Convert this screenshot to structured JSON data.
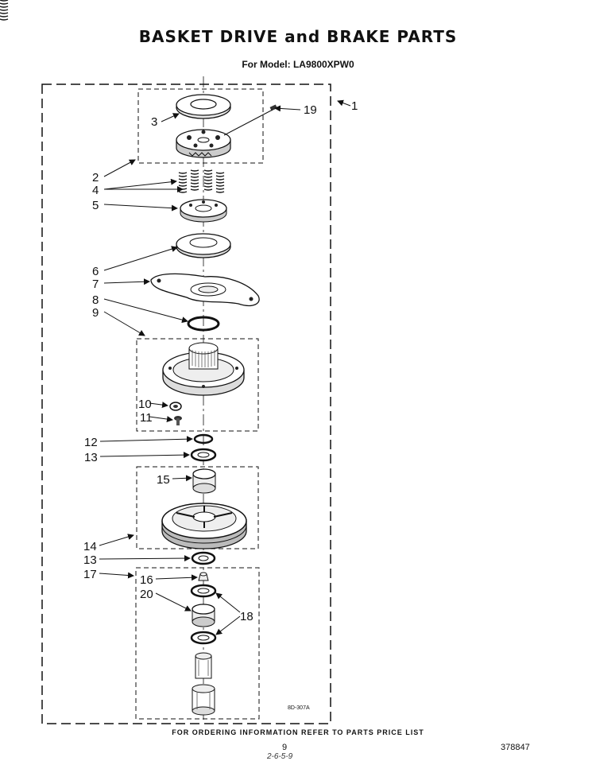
{
  "title": "BASKET DRIVE and BRAKE PARTS",
  "subtitle": "For Model: LA9800XPW0",
  "footer": "FOR ORDERING INFORMATION REFER TO PARTS PRICE LIST",
  "page_number": "9",
  "doc_number": "378847",
  "scrawl": "2-6-5-9",
  "diagram_code": "8D-307A",
  "labels": {
    "l1": "1",
    "l2": "2",
    "l3": "3",
    "l4": "4",
    "l5": "5",
    "l6": "6",
    "l7": "7",
    "l8": "8",
    "l9": "9",
    "l10": "10",
    "l11": "11",
    "l12": "12",
    "l13a": "13",
    "l13b": "13",
    "l14": "14",
    "l15": "15",
    "l16": "16",
    "l17": "17",
    "l18": "18",
    "l19": "19",
    "l20": "20"
  }
}
